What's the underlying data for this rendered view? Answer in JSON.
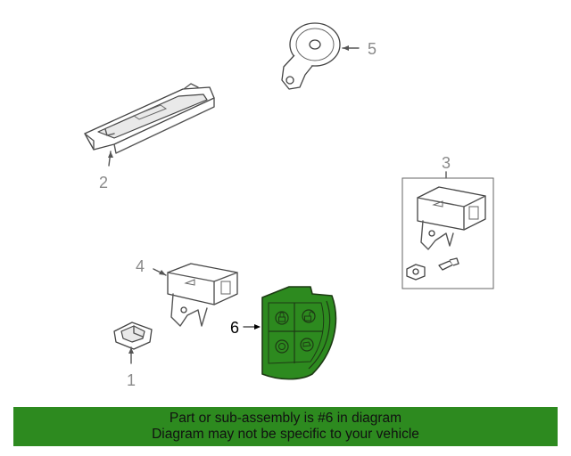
{
  "callouts": {
    "c1": "1",
    "c2": "2",
    "c3": "3",
    "c4": "4",
    "c5": "5",
    "c6": "6"
  },
  "highlight_color": "#2d8a1f",
  "banner": {
    "line1": "Part or sub-assembly is #6 in diagram",
    "line2": "Diagram may not be specific to your vehicle"
  }
}
